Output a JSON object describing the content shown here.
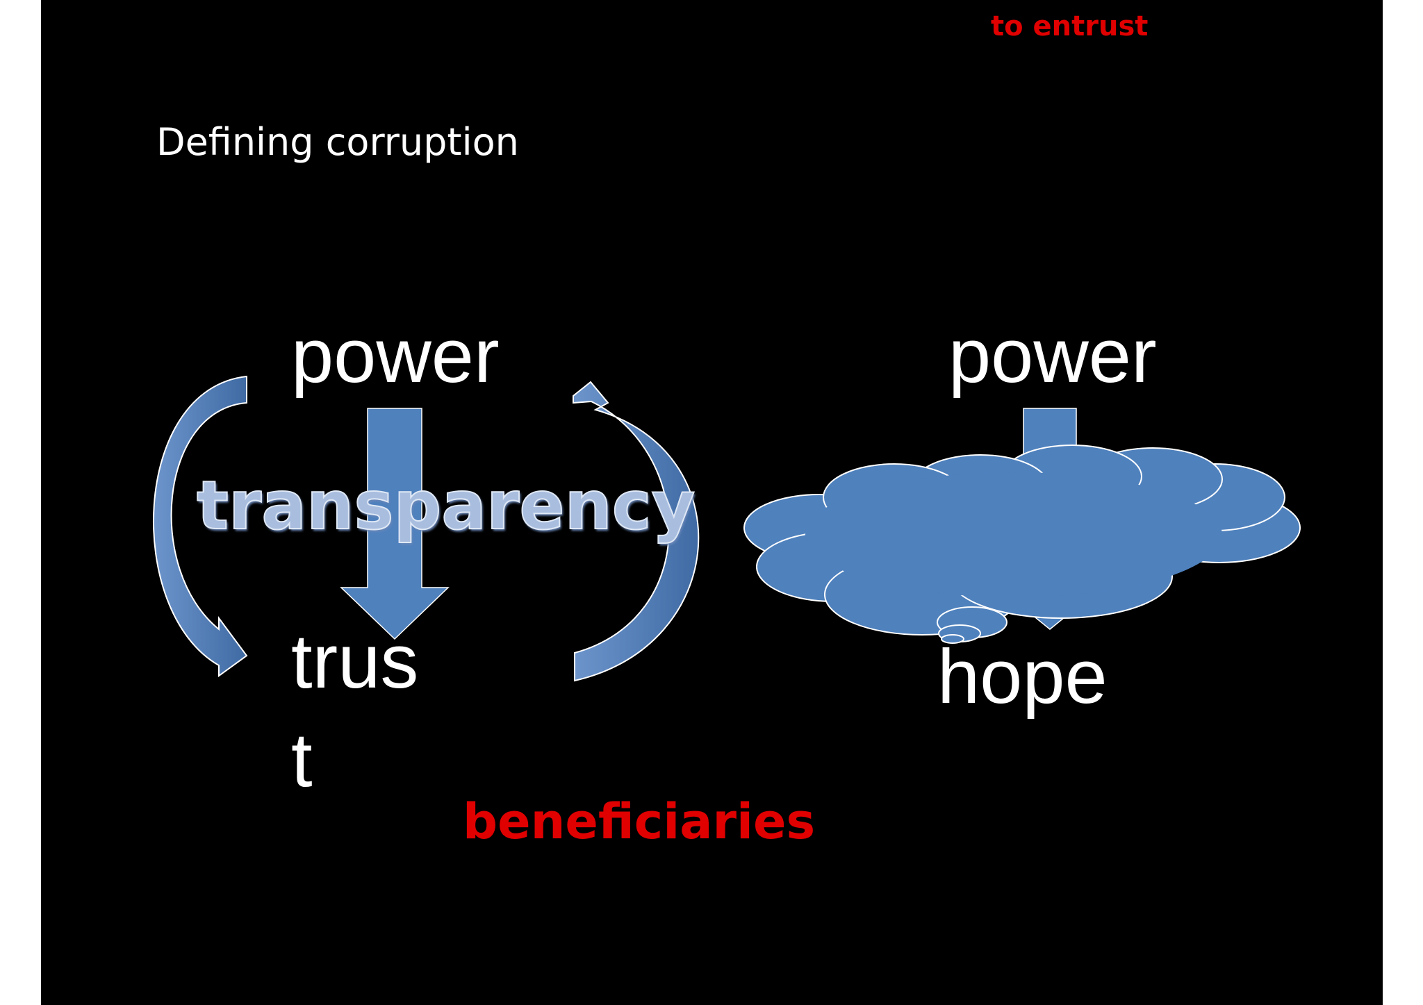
{
  "header": {
    "to_entrust": "to entrust"
  },
  "slide": {
    "title": "Defining corruption"
  },
  "left_diagram": {
    "top_word": "power",
    "bottom_word_line1": "trus",
    "bottom_word_line2": "t",
    "overlay_word": "transparency"
  },
  "right_diagram": {
    "top_word": "power",
    "bottom_word": "hope"
  },
  "footer": {
    "beneficiaries": "beneficiaries"
  },
  "colors": {
    "background": "#000000",
    "shape_fill": "#4f81bd",
    "shape_outline": "#ffffff",
    "accent_text": "#e00000"
  }
}
